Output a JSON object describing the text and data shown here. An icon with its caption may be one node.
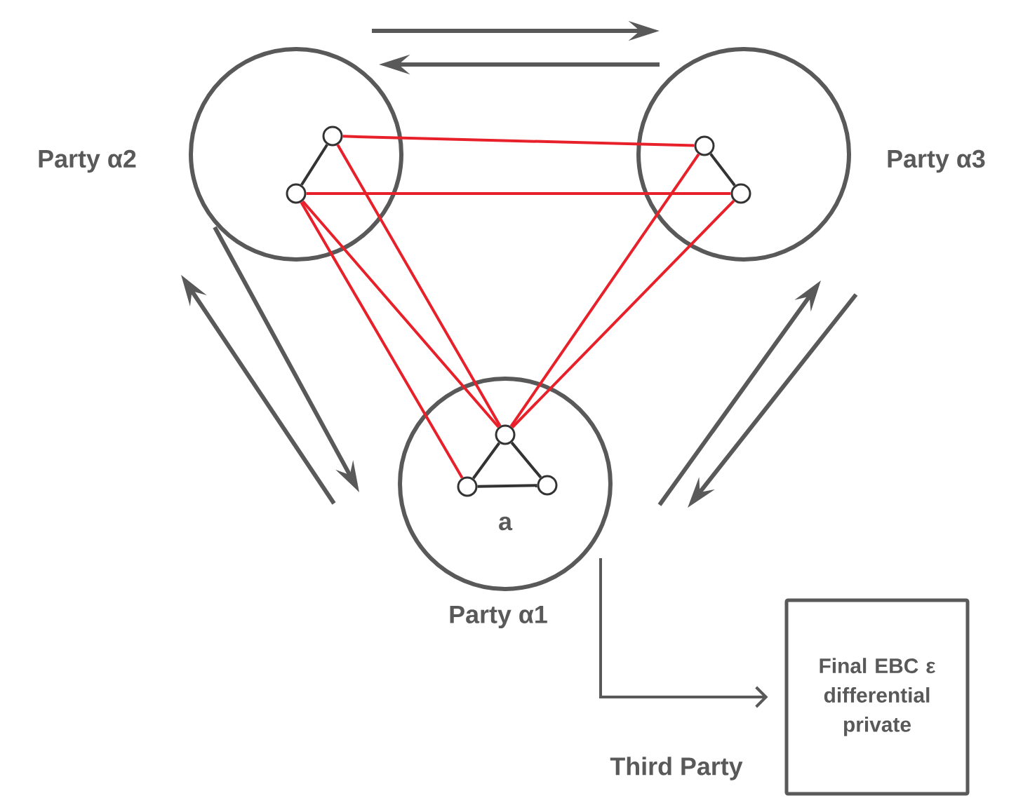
{
  "diagram": {
    "nodes": [
      {
        "text": [],
        "shape": "circle",
        "beside": [
          "Party α2"
        ]
      },
      {
        "text": [],
        "shape": "circle",
        "in": 0
      },
      {
        "text": [],
        "shape": "circle",
        "in": 0
      },
      {
        "text": [],
        "shape": "circle",
        "beside": [
          "Party α3"
        ]
      },
      {
        "text": [],
        "shape": "circle",
        "in": 3
      },
      {
        "text": [],
        "shape": "circle",
        "in": 3
      },
      {
        "text": [
          "a"
        ],
        "beside": [
          "Party α1"
        ]
      },
      {
        "text": [],
        "shape": "circle",
        "in": 6
      },
      {
        "text": [],
        "shape": "circle",
        "in": 6
      },
      {
        "text": [],
        "shape": "circle",
        "in": 6
      },
      {
        "text": [
          "Final EBC ε differential private"
        ],
        "beside": [
          "Third Party"
        ]
      }
    ],
    "edges": [
      {
        "from": 0,
        "to": 3,
        "arrow": "to"
      },
      {
        "from": 3,
        "to": 0,
        "arrow": "to"
      },
      {
        "from": 0,
        "to": 6,
        "arrow": "to"
      },
      {
        "from": 6,
        "to": 0,
        "arrow": "to"
      },
      {
        "from": 6,
        "to": 3,
        "arrow": "to"
      },
      {
        "from": 3,
        "to": 6,
        "arrow": "to"
      },
      {
        "from": 1,
        "to": 2,
        "arrow": "none",
        "color": "#333333"
      },
      {
        "from": 4,
        "to": 5,
        "arrow": "none",
        "color": "#333333"
      },
      {
        "from": 7,
        "to": 8,
        "arrow": "none",
        "color": "#333333"
      },
      {
        "from": 7,
        "to": 9,
        "arrow": "none",
        "color": "#333333"
      },
      {
        "from": 8,
        "to": 9,
        "arrow": "none",
        "color": "#333333"
      },
      {
        "from": 1,
        "to": 4,
        "arrow": "none",
        "color": "#e8202a"
      },
      {
        "from": 2,
        "to": 5,
        "arrow": "none",
        "color": "#e8202a"
      },
      {
        "from": 1,
        "to": 7,
        "arrow": "none",
        "color": "#e8202a"
      },
      {
        "from": 2,
        "to": 7,
        "arrow": "none",
        "color": "#e8202a"
      },
      {
        "from": 2,
        "to": 8,
        "arrow": "none",
        "color": "#e8202a"
      },
      {
        "from": 4,
        "to": 7,
        "arrow": "none",
        "color": "#e8202a"
      },
      {
        "from": 5,
        "to": 7,
        "arrow": "none",
        "color": "#e8202a"
      },
      {
        "from": 6,
        "to": 10,
        "arrow": "to"
      }
    ]
  }
}
